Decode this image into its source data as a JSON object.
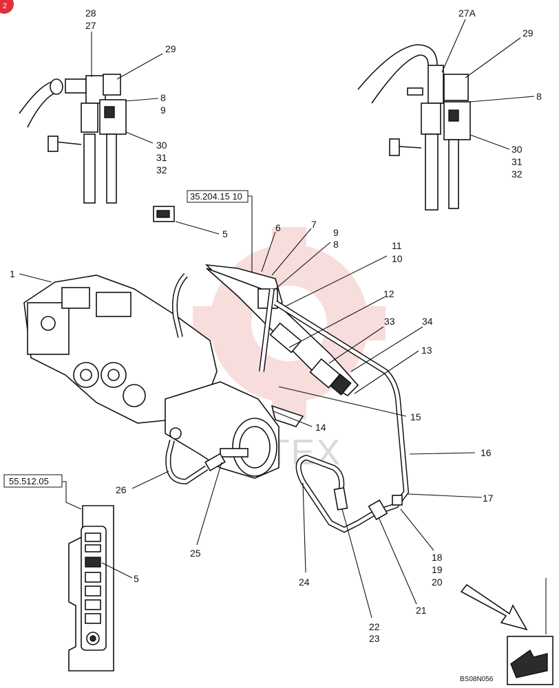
{
  "page_badge": "2",
  "watermark_text": "IOTEX",
  "drawing_code": "BS08N056",
  "ref_boxes": [
    {
      "id": "ref-35",
      "text": "35.204.15 10"
    },
    {
      "id": "ref-55",
      "text": "55.512.05"
    }
  ],
  "callouts": [
    {
      "id": "c28",
      "text": "28"
    },
    {
      "id": "c27",
      "text": "27"
    },
    {
      "id": "c29a",
      "text": "29"
    },
    {
      "id": "c8a",
      "text": "8"
    },
    {
      "id": "c9a",
      "text": "9"
    },
    {
      "id": "c30a",
      "text": "30"
    },
    {
      "id": "c31a",
      "text": "31"
    },
    {
      "id": "c32a",
      "text": "32"
    },
    {
      "id": "c27A",
      "text": "27A"
    },
    {
      "id": "c29b",
      "text": "29"
    },
    {
      "id": "c8b",
      "text": "8"
    },
    {
      "id": "c30b",
      "text": "30"
    },
    {
      "id": "c31b",
      "text": "31"
    },
    {
      "id": "c32b",
      "text": "32"
    },
    {
      "id": "c5a",
      "text": "5"
    },
    {
      "id": "c6",
      "text": "6"
    },
    {
      "id": "c7",
      "text": "7"
    },
    {
      "id": "c9b",
      "text": "9"
    },
    {
      "id": "c8c",
      "text": "8"
    },
    {
      "id": "c11",
      "text": "11"
    },
    {
      "id": "c10",
      "text": "10"
    },
    {
      "id": "c12",
      "text": "12"
    },
    {
      "id": "c1",
      "text": "1"
    },
    {
      "id": "c33",
      "text": "33"
    },
    {
      "id": "c34",
      "text": "34"
    },
    {
      "id": "c13",
      "text": "13"
    },
    {
      "id": "c15",
      "text": "15"
    },
    {
      "id": "c14",
      "text": "14"
    },
    {
      "id": "c16",
      "text": "16"
    },
    {
      "id": "c17",
      "text": "17"
    },
    {
      "id": "c26",
      "text": "26"
    },
    {
      "id": "c25",
      "text": "25"
    },
    {
      "id": "c5b",
      "text": "5"
    },
    {
      "id": "c24",
      "text": "24"
    },
    {
      "id": "c18",
      "text": "18"
    },
    {
      "id": "c19",
      "text": "19"
    },
    {
      "id": "c20",
      "text": "20"
    },
    {
      "id": "c21",
      "text": "21"
    },
    {
      "id": "c22",
      "text": "22"
    },
    {
      "id": "c23",
      "text": "23"
    }
  ],
  "colors": {
    "badge": "#e0303a",
    "watermark_gear": "#f4c2c2",
    "ink": "#111111"
  }
}
